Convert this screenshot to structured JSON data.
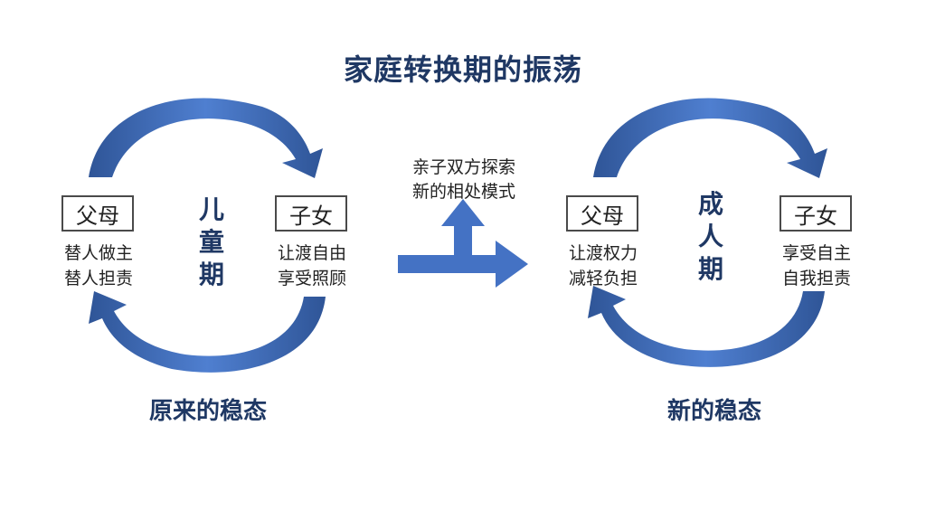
{
  "title": "家庭转换期的振荡",
  "left_cycle": {
    "parent_box": "父母",
    "child_box": "子女",
    "parent_desc": [
      "替人做主",
      "替人担责"
    ],
    "child_desc": [
      "让渡自由",
      "享受照顾"
    ],
    "stage": "儿童期",
    "steady_state": "原来的稳态"
  },
  "right_cycle": {
    "parent_box": "父母",
    "child_box": "子女",
    "parent_desc": [
      "让渡权力",
      "减轻负担"
    ],
    "child_desc": [
      "享受自主",
      "自我担责"
    ],
    "stage": "成人期",
    "steady_state": "新的稳态"
  },
  "transition": {
    "explore_text": [
      "亲子双方探索",
      "新的相处模式"
    ]
  },
  "colors": {
    "title": "#1f3864",
    "arrow": "#4472c4",
    "arrow_dark": "#2f5597"
  }
}
